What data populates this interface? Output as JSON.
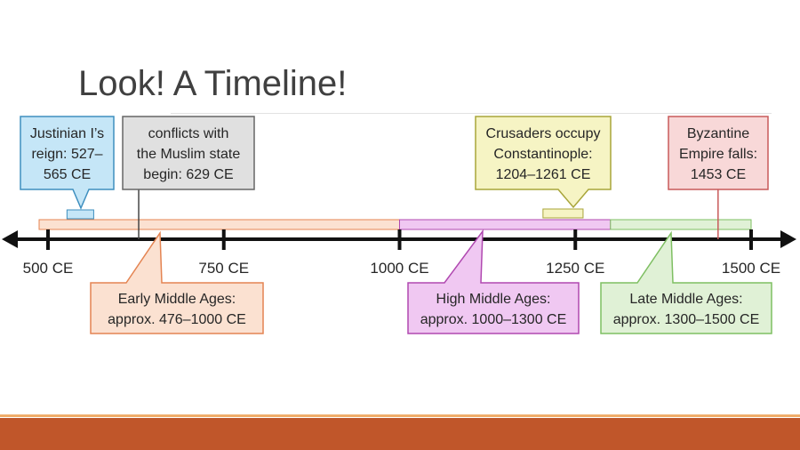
{
  "slide": {
    "title": "Look! A Timeline!"
  },
  "colors": {
    "early": "#fbe1d1",
    "early_border": "#e48452",
    "high": "#f0c8f2",
    "high_border": "#b048b0",
    "late": "#e0f1d6",
    "late_border": "#7ebf62",
    "blue": "#c5e6f7",
    "blue_border": "#3e8fbf",
    "gray": "#e0e0e0",
    "gray_border": "#666666",
    "yellow": "#f6f4c4",
    "yellow_border": "#a8a53a",
    "pink": "#f8d8d8",
    "pink_border": "#c85a5a"
  },
  "axis": {
    "min_year": 500,
    "max_year": 1500,
    "ticks": [
      {
        "year": 500,
        "label": "500 CE"
      },
      {
        "year": 750,
        "label": "750 CE"
      },
      {
        "year": 1000,
        "label": "1000 CE"
      },
      {
        "year": 1250,
        "label": "1250 CE"
      },
      {
        "year": 1500,
        "label": "1500 CE"
      }
    ]
  },
  "periods": [
    {
      "id": "early",
      "start": 476,
      "end": 1000,
      "lines": [
        "Early Middle Ages:",
        "approx. 476–1000 CE"
      ]
    },
    {
      "id": "high",
      "start": 1000,
      "end": 1300,
      "lines": [
        "High Middle Ages:",
        "approx. 1000–1300 CE"
      ]
    },
    {
      "id": "late",
      "start": 1300,
      "end": 1500,
      "lines": [
        "Late Middle Ages:",
        "approx. 1300–1500 CE"
      ]
    }
  ],
  "events": [
    {
      "id": "justinian",
      "start": 527,
      "end": 565,
      "lines": [
        "Justinian I’s",
        "reign: 527–",
        "565 CE"
      ]
    },
    {
      "id": "muslim",
      "start": 629,
      "end": 629,
      "lines": [
        "conflicts with",
        "the Muslim state",
        "begin: 629 CE"
      ]
    },
    {
      "id": "crusaders",
      "start": 1204,
      "end": 1261,
      "lines": [
        "Crusaders occupy",
        "Constantinople:",
        "1204–1261 CE"
      ]
    },
    {
      "id": "byzantine",
      "start": 1453,
      "end": 1453,
      "lines": [
        "Byzantine",
        "Empire falls:",
        "1453 CE"
      ]
    }
  ]
}
